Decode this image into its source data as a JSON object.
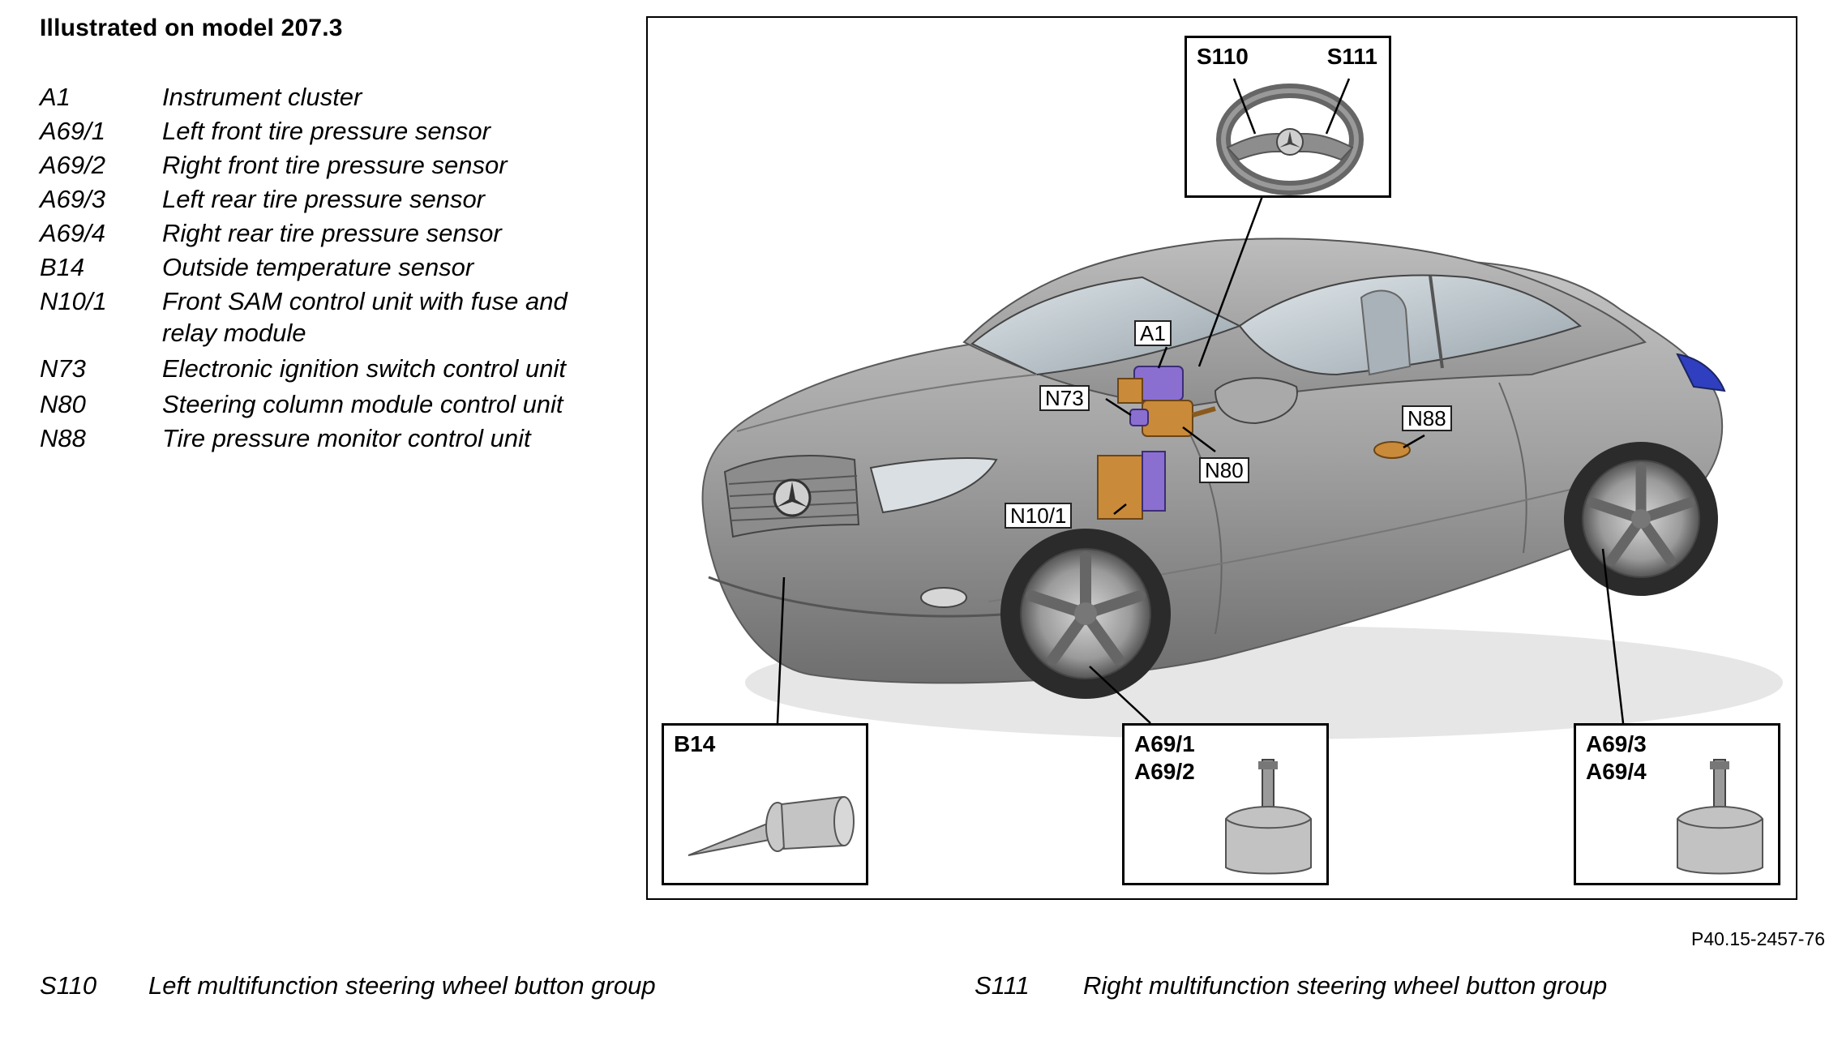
{
  "title": "Illustrated on model 207.3",
  "legend": [
    {
      "code": "A1",
      "desc": "Instrument cluster"
    },
    {
      "code": "A69/1",
      "desc": "Left front tire pressure sensor"
    },
    {
      "code": "A69/2",
      "desc": "Right front tire pressure sensor"
    },
    {
      "code": "A69/3",
      "desc": "Left rear tire pressure sensor"
    },
    {
      "code": "A69/4",
      "desc": "Right rear tire pressure sensor"
    },
    {
      "code": "B14",
      "desc": "Outside temperature sensor"
    },
    {
      "code": "N10/1",
      "desc": "Front SAM control unit with fuse and relay module"
    },
    {
      "code": "N73",
      "desc": "Electronic ignition switch control unit"
    },
    {
      "code": "N80",
      "desc": "Steering column module control unit"
    },
    {
      "code": "N88",
      "desc": "Tire pressure monitor control unit"
    }
  ],
  "diagram": {
    "callouts": {
      "steering_left": "S110",
      "steering_right": "S111",
      "b14": "B14",
      "front_sensor_1": "A69/1",
      "front_sensor_2": "A69/2",
      "rear_sensor_1": "A69/3",
      "rear_sensor_2": "A69/4"
    },
    "tags": {
      "a1": "A1",
      "n73": "N73",
      "n80": "N80",
      "n88": "N88",
      "n101": "N10/1"
    },
    "colors": {
      "car_body": "#a3a3a3",
      "module_orange": "#c98a3a",
      "module_purple": "#8a6fd0",
      "light_blue": "#2f3fbf"
    }
  },
  "reference": "P40.15-2457-76",
  "footer": {
    "left": {
      "code": "S110",
      "desc": "Left multifunction steering wheel button group"
    },
    "right": {
      "code": "S111",
      "desc": "Right multifunction steering wheel button group"
    }
  }
}
